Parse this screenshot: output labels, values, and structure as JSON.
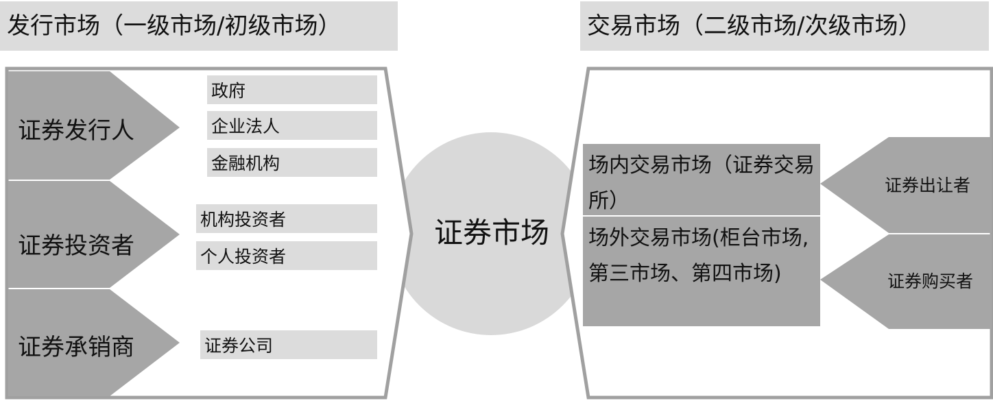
{
  "primary_market": {
    "title": "发行市场（一级市场/初级市场）",
    "participants": [
      {
        "name": "证券发行人",
        "items": [
          "政府",
          "企业法人",
          "金融机构"
        ]
      },
      {
        "name": "证券投资者",
        "items": [
          "机构投资者",
          "个人投资者"
        ]
      },
      {
        "name": "证券承销商",
        "items": [
          "证券公司"
        ]
      }
    ]
  },
  "center": {
    "label": "证券市场"
  },
  "secondary_market": {
    "title": "交易市场（二级市场/次级市场）",
    "venues": [
      "场内交易市场（证券交易所）",
      "场外交易市场(柜台市场,第三市场、第四市场)"
    ],
    "parties": [
      "证券出让者",
      "证券购买者"
    ]
  },
  "colors": {
    "header_fill": "#dcdcdc",
    "label_fill": "#dcdcdc",
    "chevron_fill": "#a6a6a6",
    "venue_fill": "#a6a6a6",
    "circle_fill": "#d9d9d9",
    "frame_stroke": "#a0a0a0"
  }
}
